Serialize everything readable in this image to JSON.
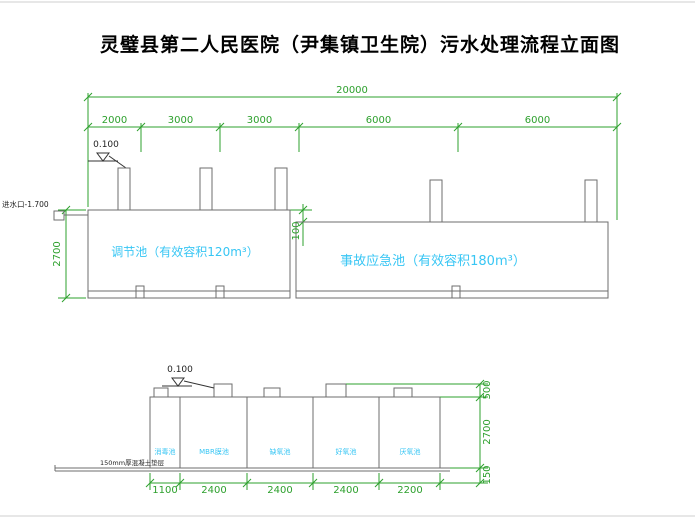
{
  "title": "灵璧县第二人民医院（尹集镇卫生院）污水处理流程立面图",
  "colors": {
    "dimension_green": "#2da02d",
    "label_cyan": "#38c6f4",
    "line_gray": "#6e6e6e"
  },
  "upper_view": {
    "overall_dim": "20000",
    "segment_dims": [
      "2000",
      "3000",
      "3000",
      "6000",
      "6000"
    ],
    "elevation_mark": "0.100",
    "inlet_label": "进水口-1.700",
    "depth_dim": "2700",
    "offset_dim": "100",
    "tank1_label": "调节池（有效容积120m³）",
    "tank2_label": "事故应急池（有效容积180m³）"
  },
  "lower_view": {
    "elevation_mark": "0.100",
    "compartment_labels": [
      "消毒池",
      "MBR膜池",
      "缺氧池",
      "好氧池",
      "厌氧池"
    ],
    "base_note": "150mm厚混凝土垫层",
    "bottom_dims": [
      "1100",
      "2400",
      "2400",
      "2400",
      "2200"
    ],
    "right_dims": [
      "500",
      "2700",
      "150"
    ]
  }
}
